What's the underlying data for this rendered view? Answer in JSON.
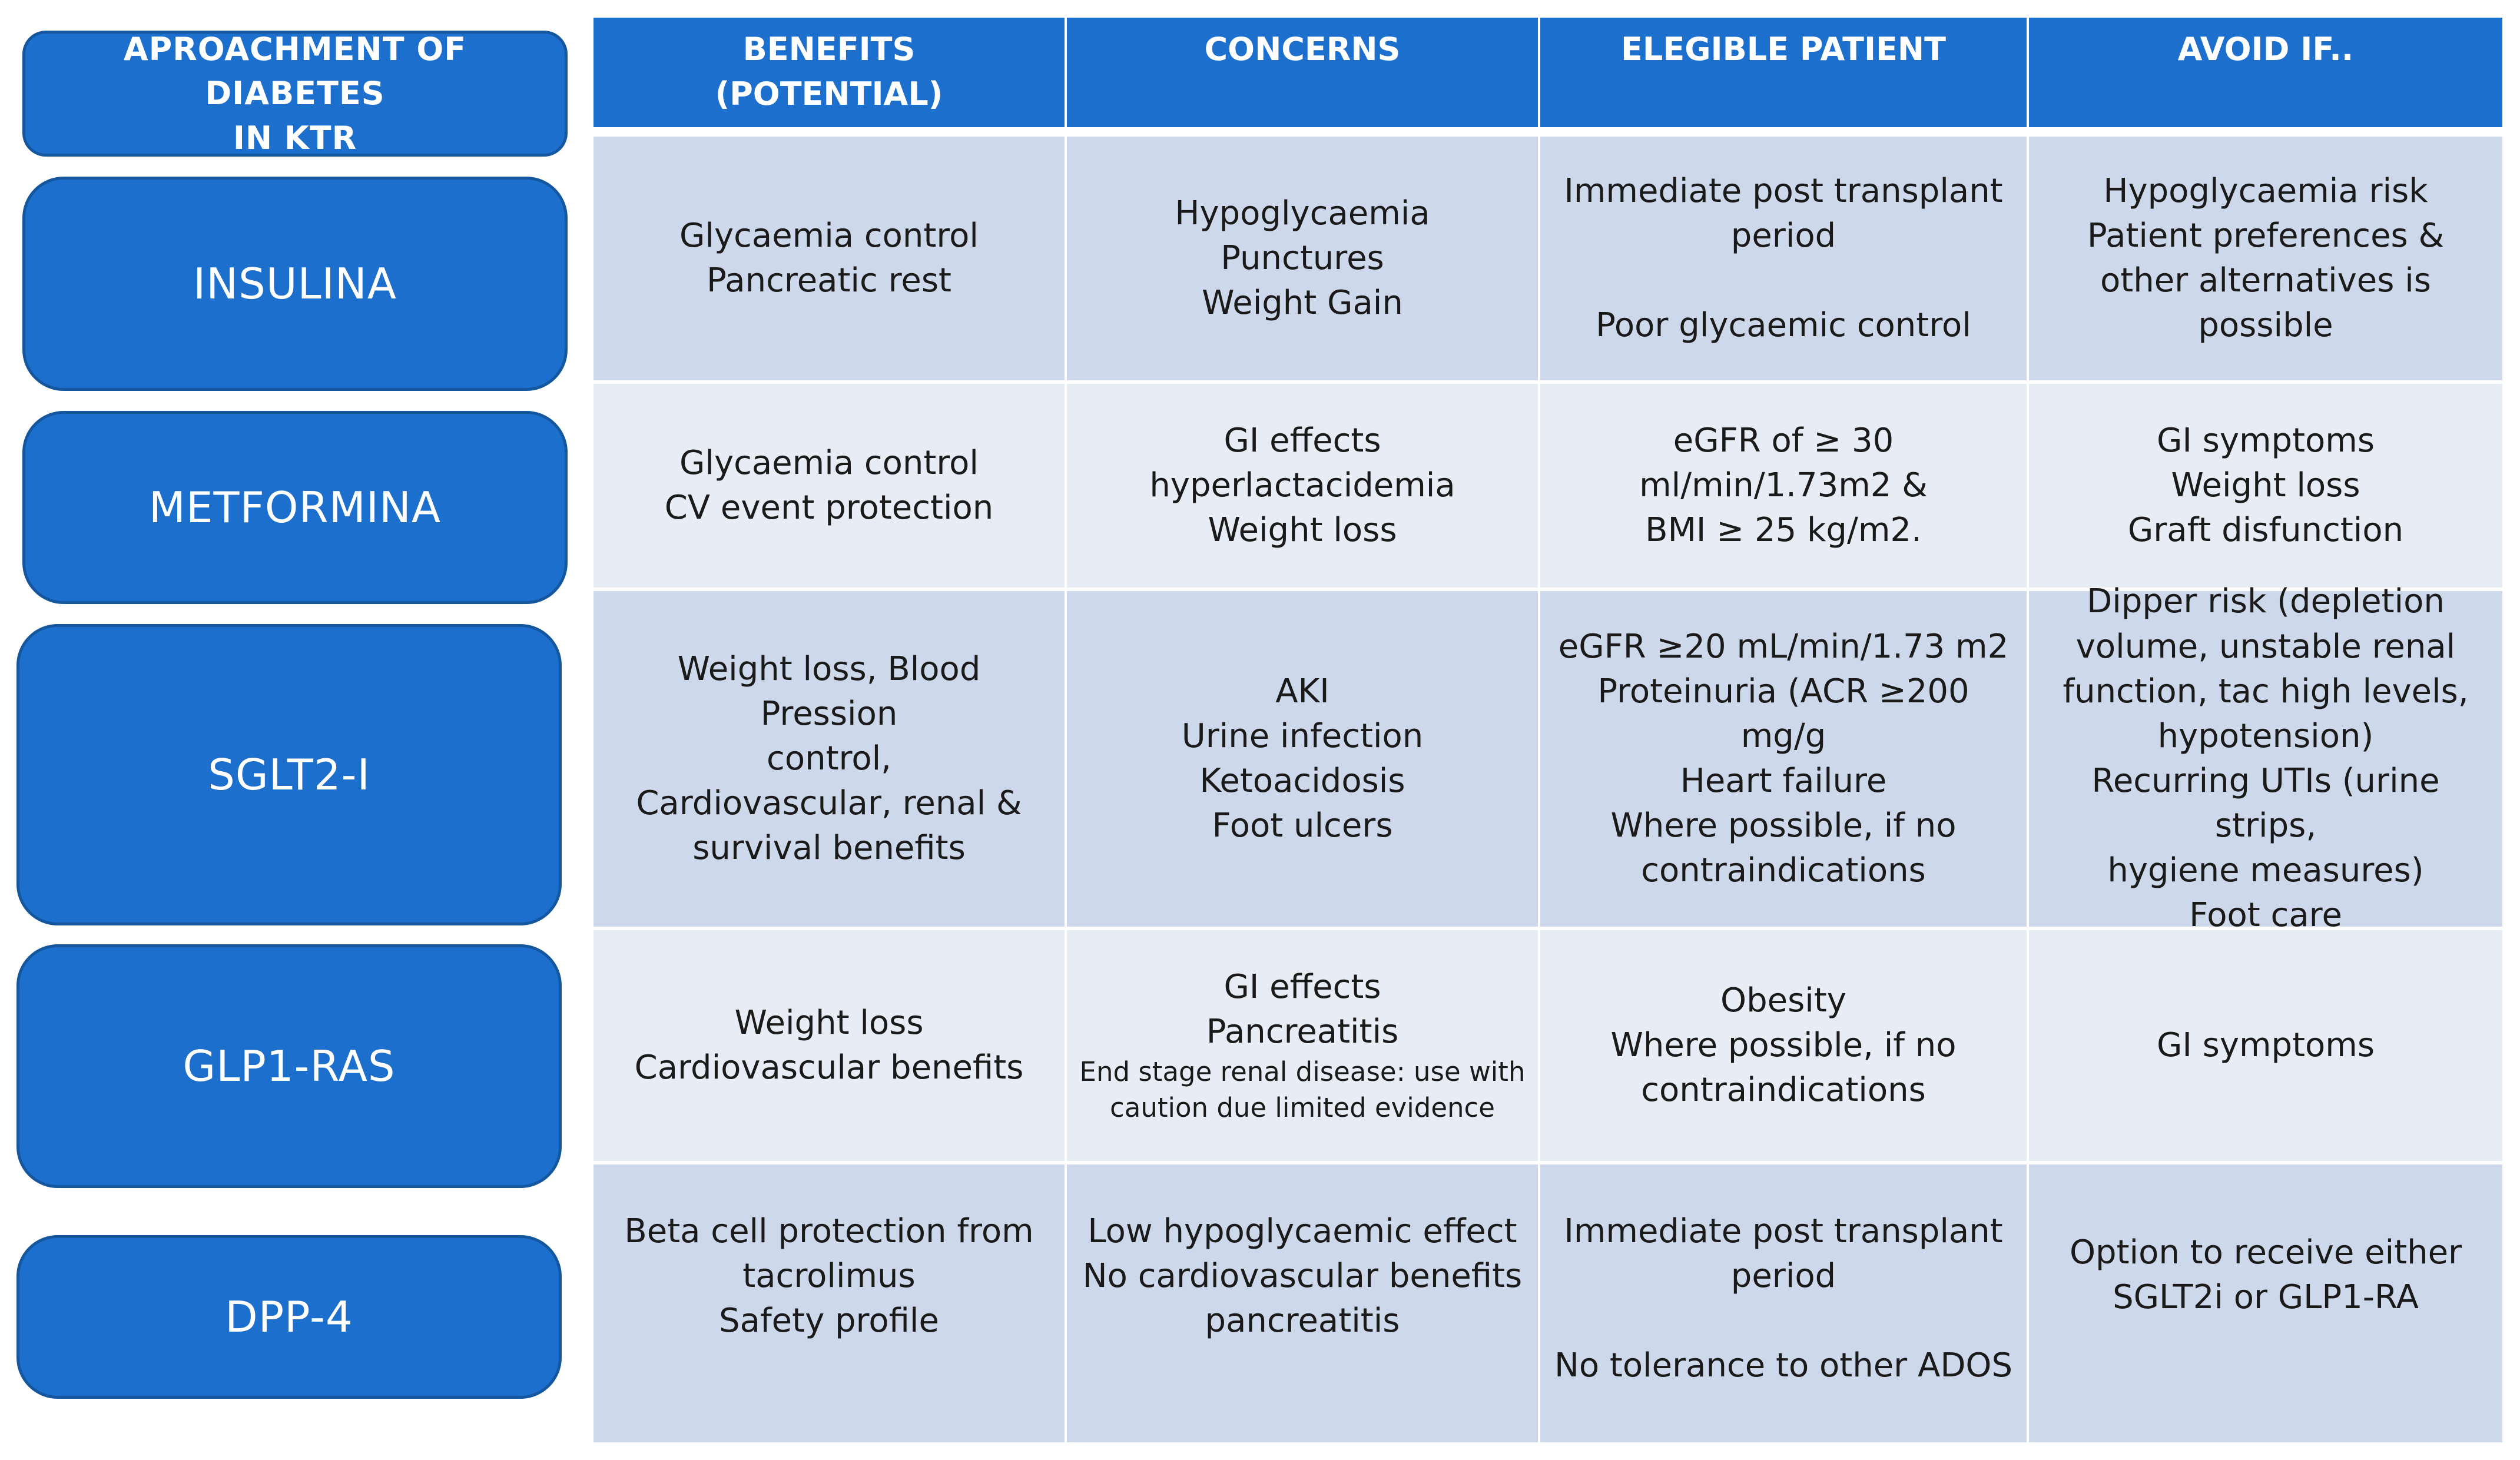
{
  "labels": {
    "header": "APROACHMENT OF DIABETES\nIN KTR",
    "rows": [
      "INSULINA",
      "METFORMINA",
      "SGLT2-I",
      "GLP1-RAS",
      "DPP-4"
    ]
  },
  "columns": [
    "BENEFITS\n(POTENTIAL)",
    "CONCERNS",
    "ELEGIBLE PATIENT",
    "AVOID IF.."
  ],
  "rows": [
    {
      "benefits": "Glycaemia control\nPancreatic rest",
      "concerns": "Hypoglycaemia\nPunctures\nWeight Gain",
      "eligible": "Immediate post transplant\nperiod\n\nPoor glycaemic control",
      "avoid": "Hypoglycaemia risk\nPatient preferences &\nother alternatives is\npossible"
    },
    {
      "benefits": "Glycaemia control\nCV event protection",
      "concerns": "GI effects\nhyperlactacidemia\nWeight loss",
      "eligible": "eGFR of ≥ 30\nml/min/1.73m2 &\nBMI ≥ 25 kg/m2.",
      "avoid": "GI symptoms\nWeight loss\nGraft disfunction"
    },
    {
      "benefits": "Weight loss, Blood Pression\ncontrol,\nCardiovascular, renal &\nsurvival  benefits",
      "concerns": "AKI\nUrine infection\nKetoacidosis\nFoot ulcers",
      "eligible": "eGFR ≥20 mL/min/1.73 m2\nProteinuria (ACR ≥200 mg/g\nHeart failure\nWhere possible, if no\ncontraindications",
      "avoid": "Dipper risk (depletion\nvolume, unstable renal\nfunction, tac high levels,\nhypotension)\nRecurring UTIs (urine strips,\nhygiene measures)\nFoot care"
    },
    {
      "benefits": "Weight loss\nCardiovascular benefits",
      "concerns": "GI effects\nPancreatitis",
      "concerns_note": "End stage renal disease: use with\ncaution due  limited evidence",
      "eligible": "Obesity\nWhere possible, if no\ncontraindications",
      "avoid": "GI symptoms"
    },
    {
      "benefits": "Beta cell protection from\ntacrolimus\nSafety profile",
      "concerns": "Low  hypoglycaemic effect\nNo cardiovascular benefits\npancreatitis",
      "eligible": "Immediate post transplant\nperiod\n\nNo tolerance to other ADOS",
      "avoid": "Option to receive either\nSGLT2i or GLP1-RA"
    }
  ],
  "colors": {
    "accent": "#1d6fce",
    "row_dark": "#ced8eb",
    "row_light": "#e8ecf5"
  }
}
